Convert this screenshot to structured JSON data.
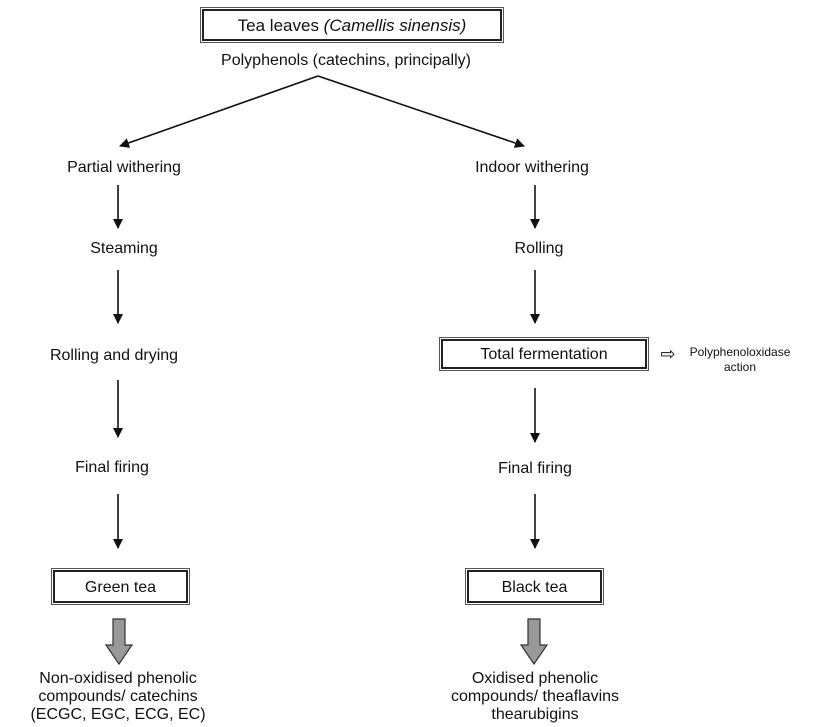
{
  "diagram": {
    "top": {
      "title_prefix": "Tea leaves ",
      "title_species": "(Camellis sinensis)",
      "subtitle": "Polyphenols (catechins, principally)"
    },
    "left_branch": {
      "steps": [
        "Partial withering",
        "Steaming",
        "Rolling and drying",
        "Final firing"
      ],
      "product": "Green tea",
      "result": [
        "Non-oxidised phenolic",
        "compounds/ catechins",
        "(ECGC, EGC, ECG, EC)"
      ]
    },
    "right_branch": {
      "steps": [
        "Indoor withering",
        "Rolling",
        "Total fermentation",
        "Final firing"
      ],
      "product": "Black tea",
      "side_note": [
        "Polyphenoloxidase",
        "action"
      ],
      "side_arrow": "⇨",
      "result": [
        "Oxidised phenolic",
        "compounds/ theaflavins",
        "thearubigins"
      ]
    }
  }
}
